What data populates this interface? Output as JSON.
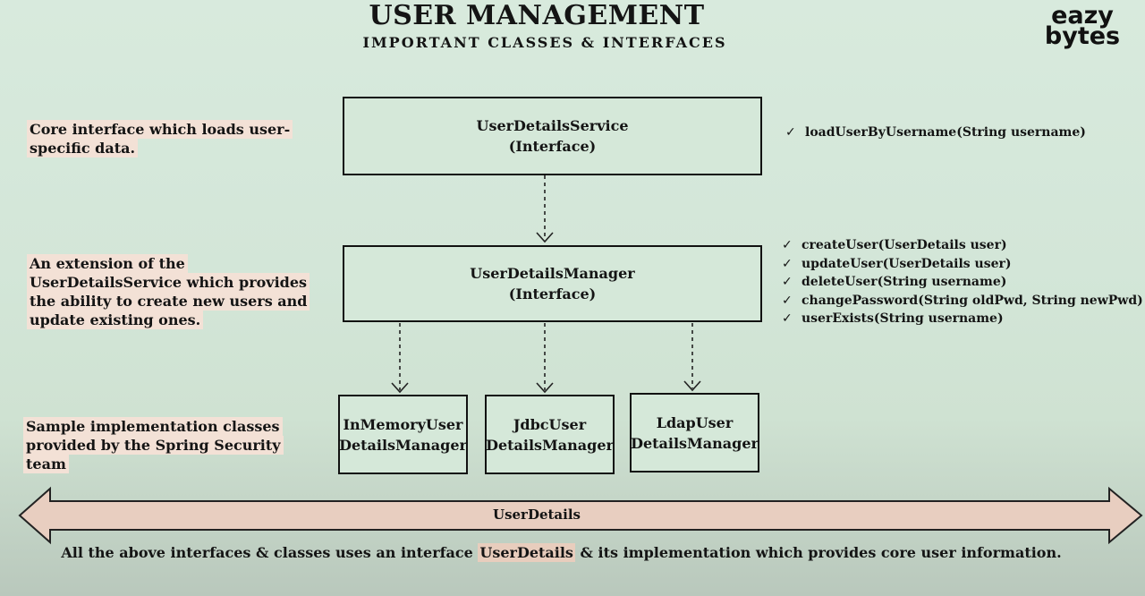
{
  "header": {
    "title": "USER MANAGEMENT",
    "subtitle": "IMPORTANT CLASSES & INTERFACES",
    "logo_line1": "eazy",
    "logo_line2": "bytes"
  },
  "nodes": {
    "service": {
      "name": "UserDetailsService",
      "kind": "(Interface)"
    },
    "manager": {
      "name": "UserDetailsManager",
      "kind": "(Interface)"
    },
    "inmemory": {
      "line1": "InMemoryUser",
      "line2": "DetailsManager"
    },
    "jdbc": {
      "line1": "JdbcUser",
      "line2": "DetailsManager"
    },
    "ldap": {
      "line1": "LdapUser",
      "line2": "DetailsManager"
    }
  },
  "descriptions": {
    "service": "Core interface which loads user-specific data.",
    "manager": "An extension of  the UserDetailsService which provides the ability to create new users and update existing ones.",
    "implementations": "Sample implementation classes provided by the Spring Security team"
  },
  "methods": {
    "check": "✓",
    "service": [
      "loadUserByUsername(String username)"
    ],
    "manager": [
      "createUser(UserDetails user)",
      "updateUser(UserDetails user)",
      "deleteUser(String username)",
      "changePassword(String oldPwd, String newPwd)",
      "userExists(String username)"
    ]
  },
  "user_details": {
    "label": "UserDetails",
    "footer_before": "All the above interfaces & classes uses an interface ",
    "footer_highlight": "UserDetails",
    "footer_after": " & its implementation which provides core user information."
  }
}
